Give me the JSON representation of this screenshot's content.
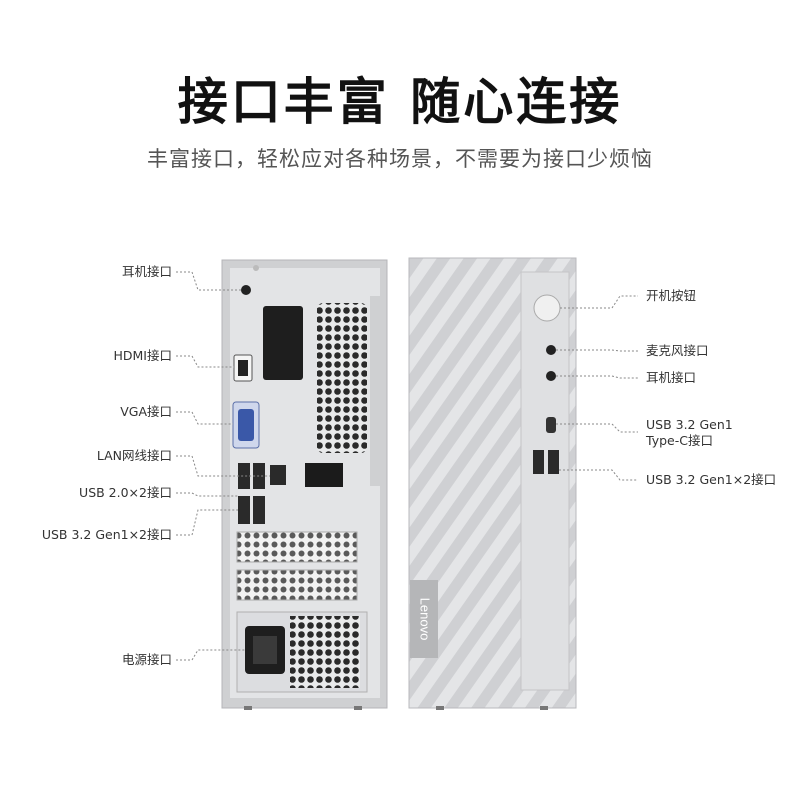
{
  "header": {
    "title": "接口丰富 随心连接",
    "subtitle": "丰富接口，轻松应对各种场景，不需要为接口少烦恼"
  },
  "rear_labels": {
    "headphone": "耳机接口",
    "hdmi": "HDMI接口",
    "vga": "VGA接口",
    "lan": "LAN网线接口",
    "usb2": "USB 2.0×2接口",
    "usb32": "USB 3.2 Gen1×2接口",
    "power": "电源接口"
  },
  "front_labels": {
    "power_button": "开机按钮",
    "mic": "麦克风接口",
    "headphone": "耳机接口",
    "usbc_line1": "USB 3.2 Gen1",
    "usbc_line2": "Type-C接口",
    "usb32": "USB 3.2 Gen1×2接口"
  },
  "brand": {
    "logo_text": "Lenovo"
  },
  "colors": {
    "case_silver": "#d4d5d7",
    "panel_light": "#e6e7e9",
    "leader_line": "#888888",
    "title": "#111111"
  }
}
